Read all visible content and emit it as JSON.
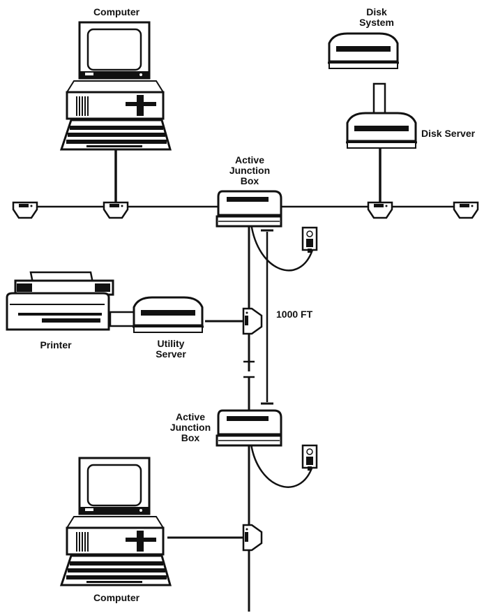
{
  "labels": {
    "computer_top": "Computer",
    "disk_system": [
      "Disk",
      "System"
    ],
    "disk_server": "Disk Server",
    "junction_top": [
      "Active",
      "Junction",
      "Box"
    ],
    "printer": "Printer",
    "utility_server": [
      "Utility",
      "Server"
    ],
    "distance": "1000 FT",
    "junction_bottom": [
      "Active",
      "Junction",
      "Box"
    ],
    "computer_bottom": "Computer"
  },
  "colors": {
    "ink": "#111111",
    "fill": "#ffffff",
    "shade": "#d8d8d8"
  }
}
